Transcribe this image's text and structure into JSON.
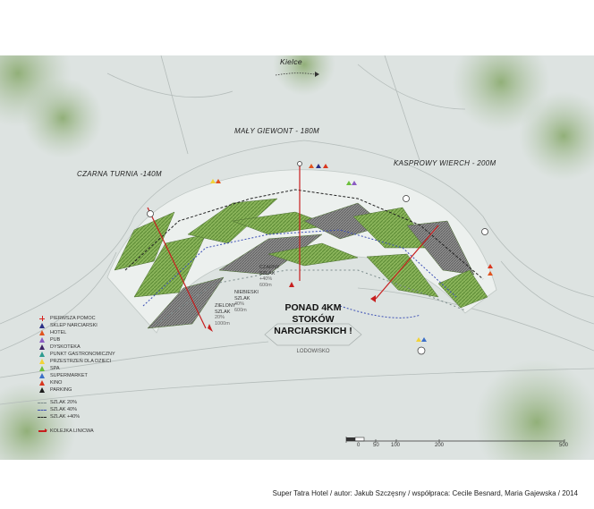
{
  "map": {
    "direction_label": "Kielce",
    "peaks": [
      {
        "name": "MAŁY GIEWONT - 180M"
      },
      {
        "name": "CZARNA TURNIA -140M"
      },
      {
        "name": "KASPROWY WIERCH - 200M"
      }
    ],
    "trails": [
      {
        "name": "CZARNY\nSZLAK",
        "grade": "+40%",
        "length": "600m"
      },
      {
        "name": "NIEBIESKI\nSZLAK",
        "grade": "40%",
        "length": "600m"
      },
      {
        "name": "ZIELONY\nSZLAK",
        "grade": "20%",
        "length": "1000m"
      }
    ],
    "headline": "PONAD 4KM\nSTOKÓW\nNARCIARSKICH !",
    "rink_label": "LODOWISKO",
    "colors": {
      "forest": "#6b9a3e",
      "slope": "#ecf0ee",
      "background": "#dde3e1",
      "lift": "#c71f1f"
    }
  },
  "legend": {
    "items": [
      {
        "label": "PIERWSZA POMOC",
        "symbol": "cross",
        "color": "#d8221e"
      },
      {
        "label": "SKLEP NARCIARSKI",
        "symbol": "triangle",
        "color": "#2a2f86"
      },
      {
        "label": "HOTEL",
        "symbol": "triangle",
        "color": "#e1531e"
      },
      {
        "label": "PUB",
        "symbol": "triangle",
        "color": "#8a5bc2"
      },
      {
        "label": "DYSKOTEKA",
        "symbol": "triangle",
        "color": "#3e2366"
      },
      {
        "label": "PUNKT GASTRONOMICZNY",
        "symbol": "triangle",
        "color": "#2e9b8f"
      },
      {
        "label": "PRZESTRZEŃ DLA DZIECI",
        "symbol": "triangle",
        "color": "#f2d338"
      },
      {
        "label": "SPA",
        "symbol": "triangle",
        "color": "#6bbf3a"
      },
      {
        "label": "SUPERMARKET",
        "symbol": "triangle",
        "color": "#3b6fc8"
      },
      {
        "label": "KINO",
        "symbol": "triangle",
        "color": "#d9361e"
      },
      {
        "label": "PARKING",
        "symbol": "triangle",
        "color": "#1c1c1c"
      }
    ],
    "lines": [
      {
        "label": "SZLAK 20%",
        "color": "#7a8a8a"
      },
      {
        "label": "SZLAK 40%",
        "color": "#3b4fb5"
      },
      {
        "label": "SZLAK +40%",
        "color": "#222222"
      }
    ],
    "lift_label": "KOLEJKA LINICWA"
  },
  "scale": {
    "ticks": [
      "0",
      "50",
      "100",
      "200",
      "500"
    ]
  },
  "credit": "Super Tatra Hotel / autor: Jakub Szczęsny / współpraca: Cecile Besnard, Maria Gajewska / 2014"
}
